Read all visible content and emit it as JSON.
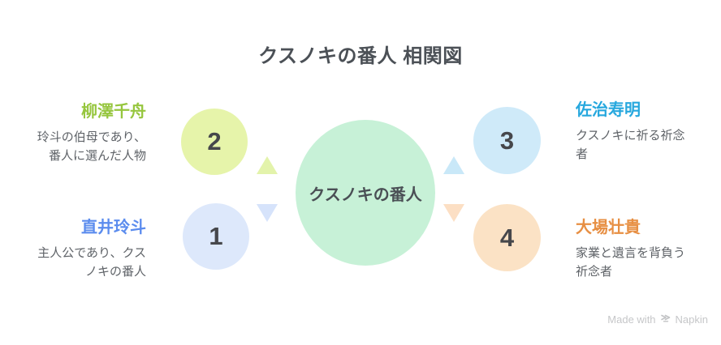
{
  "title": "クスノキの番人 相関図",
  "center": {
    "label": "クスノキの番人"
  },
  "nodes": [
    {
      "number": "1",
      "name": "直井玲斗",
      "description": "主人公であり、クス\nノキの番人",
      "name_color": "#5b8cee",
      "circle_color": "#dde8fb",
      "position": "bottom-left"
    },
    {
      "number": "2",
      "name": "柳澤千舟",
      "description": "玲斗の伯母であり、\n番人に選んだ人物",
      "name_color": "#96c63e",
      "circle_color": "#e6f4aa",
      "position": "top-left"
    },
    {
      "number": "3",
      "name": "佐治寿明",
      "description": "クスノキに祈る祈念\n者",
      "name_color": "#27a8de",
      "circle_color": "#cfeaf9",
      "position": "top-right"
    },
    {
      "number": "4",
      "name": "大場壮貴",
      "description": "家業と遺言を背負う\n祈念者",
      "name_color": "#e78f43",
      "circle_color": "#fbe2c5",
      "position": "bottom-right"
    }
  ],
  "connectors": [
    {
      "side": "left",
      "direction": "up",
      "color": "#e3f3ab"
    },
    {
      "side": "left",
      "direction": "down",
      "color": "#d6e3fb"
    },
    {
      "side": "right",
      "direction": "up",
      "color": "#c9e8f8"
    },
    {
      "side": "right",
      "direction": "down",
      "color": "#fcdfc4"
    }
  ],
  "colors": {
    "center_circle": "#c7f1d7",
    "title_text": "#4b5056",
    "description_text": "#5f6368",
    "number_text": "#46474b",
    "footer_text": "#c6c7c9"
  },
  "footer": {
    "made_with": "Made with",
    "brand": "Napkin"
  }
}
